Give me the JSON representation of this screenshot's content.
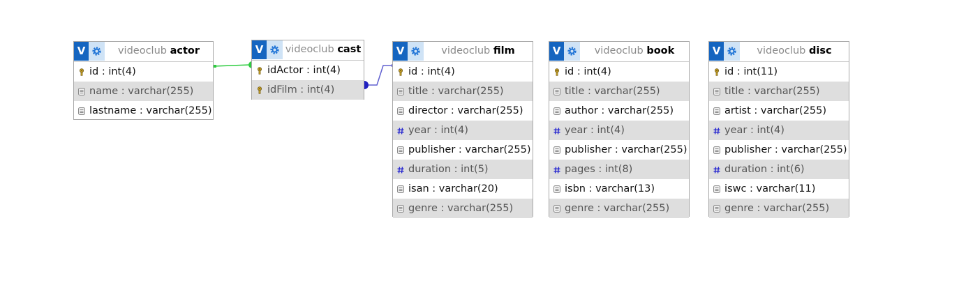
{
  "tables": [
    {
      "key": "actor",
      "db": "videoclub",
      "name": "actor",
      "columns": [
        {
          "name": "id",
          "type": "int(4)",
          "icon": "key-icon"
        },
        {
          "name": "name",
          "type": "varchar(255)",
          "icon": "text-field-icon"
        },
        {
          "name": "lastname",
          "type": "varchar(255)",
          "icon": "text-field-icon"
        }
      ]
    },
    {
      "key": "cast",
      "db": "videoclub",
      "name": "cast",
      "columns": [
        {
          "name": "idActor",
          "type": "int(4)",
          "icon": "key-icon"
        },
        {
          "name": "idFilm",
          "type": "int(4)",
          "icon": "key-icon"
        }
      ]
    },
    {
      "key": "film",
      "db": "videoclub",
      "name": "film",
      "columns": [
        {
          "name": "id",
          "type": "int(4)",
          "icon": "key-icon"
        },
        {
          "name": "title",
          "type": "varchar(255)",
          "icon": "text-field-icon"
        },
        {
          "name": "director",
          "type": "varchar(255)",
          "icon": "text-field-icon"
        },
        {
          "name": "year",
          "type": "int(4)",
          "icon": "numeric-field-icon"
        },
        {
          "name": "publisher",
          "type": "varchar(255)",
          "icon": "text-field-icon"
        },
        {
          "name": "duration",
          "type": "int(5)",
          "icon": "numeric-field-icon"
        },
        {
          "name": "isan",
          "type": "varchar(20)",
          "icon": "text-field-icon"
        },
        {
          "name": "genre",
          "type": "varchar(255)",
          "icon": "text-field-icon"
        }
      ]
    },
    {
      "key": "book",
      "db": "videoclub",
      "name": "book",
      "columns": [
        {
          "name": "id",
          "type": "int(4)",
          "icon": "key-icon"
        },
        {
          "name": "title",
          "type": "varchar(255)",
          "icon": "text-field-icon"
        },
        {
          "name": "author",
          "type": "varchar(255)",
          "icon": "text-field-icon"
        },
        {
          "name": "year",
          "type": "int(4)",
          "icon": "numeric-field-icon"
        },
        {
          "name": "publisher",
          "type": "varchar(255)",
          "icon": "text-field-icon"
        },
        {
          "name": "pages",
          "type": "int(8)",
          "icon": "numeric-field-icon"
        },
        {
          "name": "isbn",
          "type": "varchar(13)",
          "icon": "text-field-icon"
        },
        {
          "name": "genre",
          "type": "varchar(255)",
          "icon": "text-field-icon"
        }
      ]
    },
    {
      "key": "disc",
      "db": "videoclub",
      "name": "disc",
      "columns": [
        {
          "name": "id",
          "type": "int(11)",
          "icon": "key-icon"
        },
        {
          "name": "title",
          "type": "varchar(255)",
          "icon": "text-field-icon"
        },
        {
          "name": "artist",
          "type": "varchar(255)",
          "icon": "text-field-icon"
        },
        {
          "name": "year",
          "type": "int(4)",
          "icon": "numeric-field-icon"
        },
        {
          "name": "publisher",
          "type": "varchar(255)",
          "icon": "text-field-icon"
        },
        {
          "name": "duration",
          "type": "int(6)",
          "icon": "numeric-field-icon"
        },
        {
          "name": "iswc",
          "type": "varchar(11)",
          "icon": "text-field-icon"
        },
        {
          "name": "genre",
          "type": "varchar(255)",
          "icon": "text-field-icon"
        }
      ]
    }
  ],
  "buttons": {
    "toggle_label": "V",
    "options_icon": "gear-icon"
  },
  "relations": [
    {
      "from": "actor.id",
      "to": "cast.idActor",
      "color": "#2ecc40"
    },
    {
      "from": "cast.idFilm",
      "to": "film.id",
      "color": "#2020c0"
    }
  ],
  "colors": {
    "toggle_button": "#1565c0",
    "options_button": "#cfe3f6",
    "alt_row": "#dedede",
    "border": "#a8a8a8",
    "db_name": "#8a8a8a",
    "key_icon": "#c9a227",
    "numeric_icon": "#2a2ad0"
  }
}
